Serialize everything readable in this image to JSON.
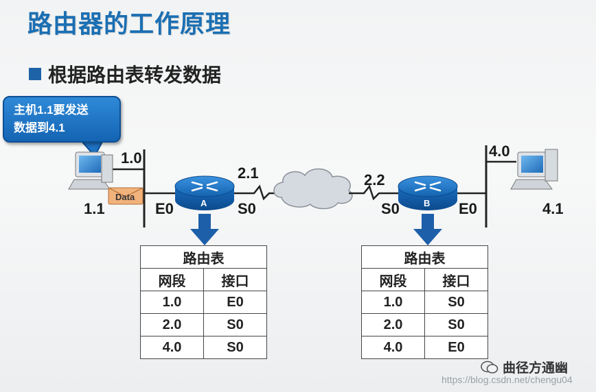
{
  "slide": {
    "title": "路由器的工作原理",
    "bullet": "根据路由表转发数据"
  },
  "callout": {
    "line1": "主机1.1要发送",
    "line2": "数据到4.1"
  },
  "network": {
    "host_left_addr": "1.1",
    "segment_left": "1.0",
    "router_a": {
      "name": "A",
      "e0": "E0",
      "s0": "S0",
      "s0_addr": "2.1"
    },
    "router_b": {
      "name": "B",
      "e0": "E0",
      "s0": "S0",
      "s0_addr": "2.2"
    },
    "segment_right": "4.0",
    "host_right_addr": "4.1",
    "packet_label": "Data"
  },
  "table_a": {
    "title": "路由表",
    "headers": [
      "网段",
      "接口"
    ],
    "rows": [
      [
        "1.0",
        "E0"
      ],
      [
        "2.0",
        "S0"
      ],
      [
        "4.0",
        "S0"
      ]
    ]
  },
  "table_b": {
    "title": "路由表",
    "headers": [
      "网段",
      "接口"
    ],
    "rows": [
      [
        "1.0",
        "S0"
      ],
      [
        "2.0",
        "S0"
      ],
      [
        "4.0",
        "E0"
      ]
    ]
  },
  "footer": {
    "logo_text": "曲径方通幽",
    "watermark": "https://blog.csdn.net/chengu04"
  },
  "colors": {
    "title": "#1b6fb3",
    "router": "#1a74c9",
    "callout": "#1e72c2",
    "arrow": "#1d5fa8"
  }
}
